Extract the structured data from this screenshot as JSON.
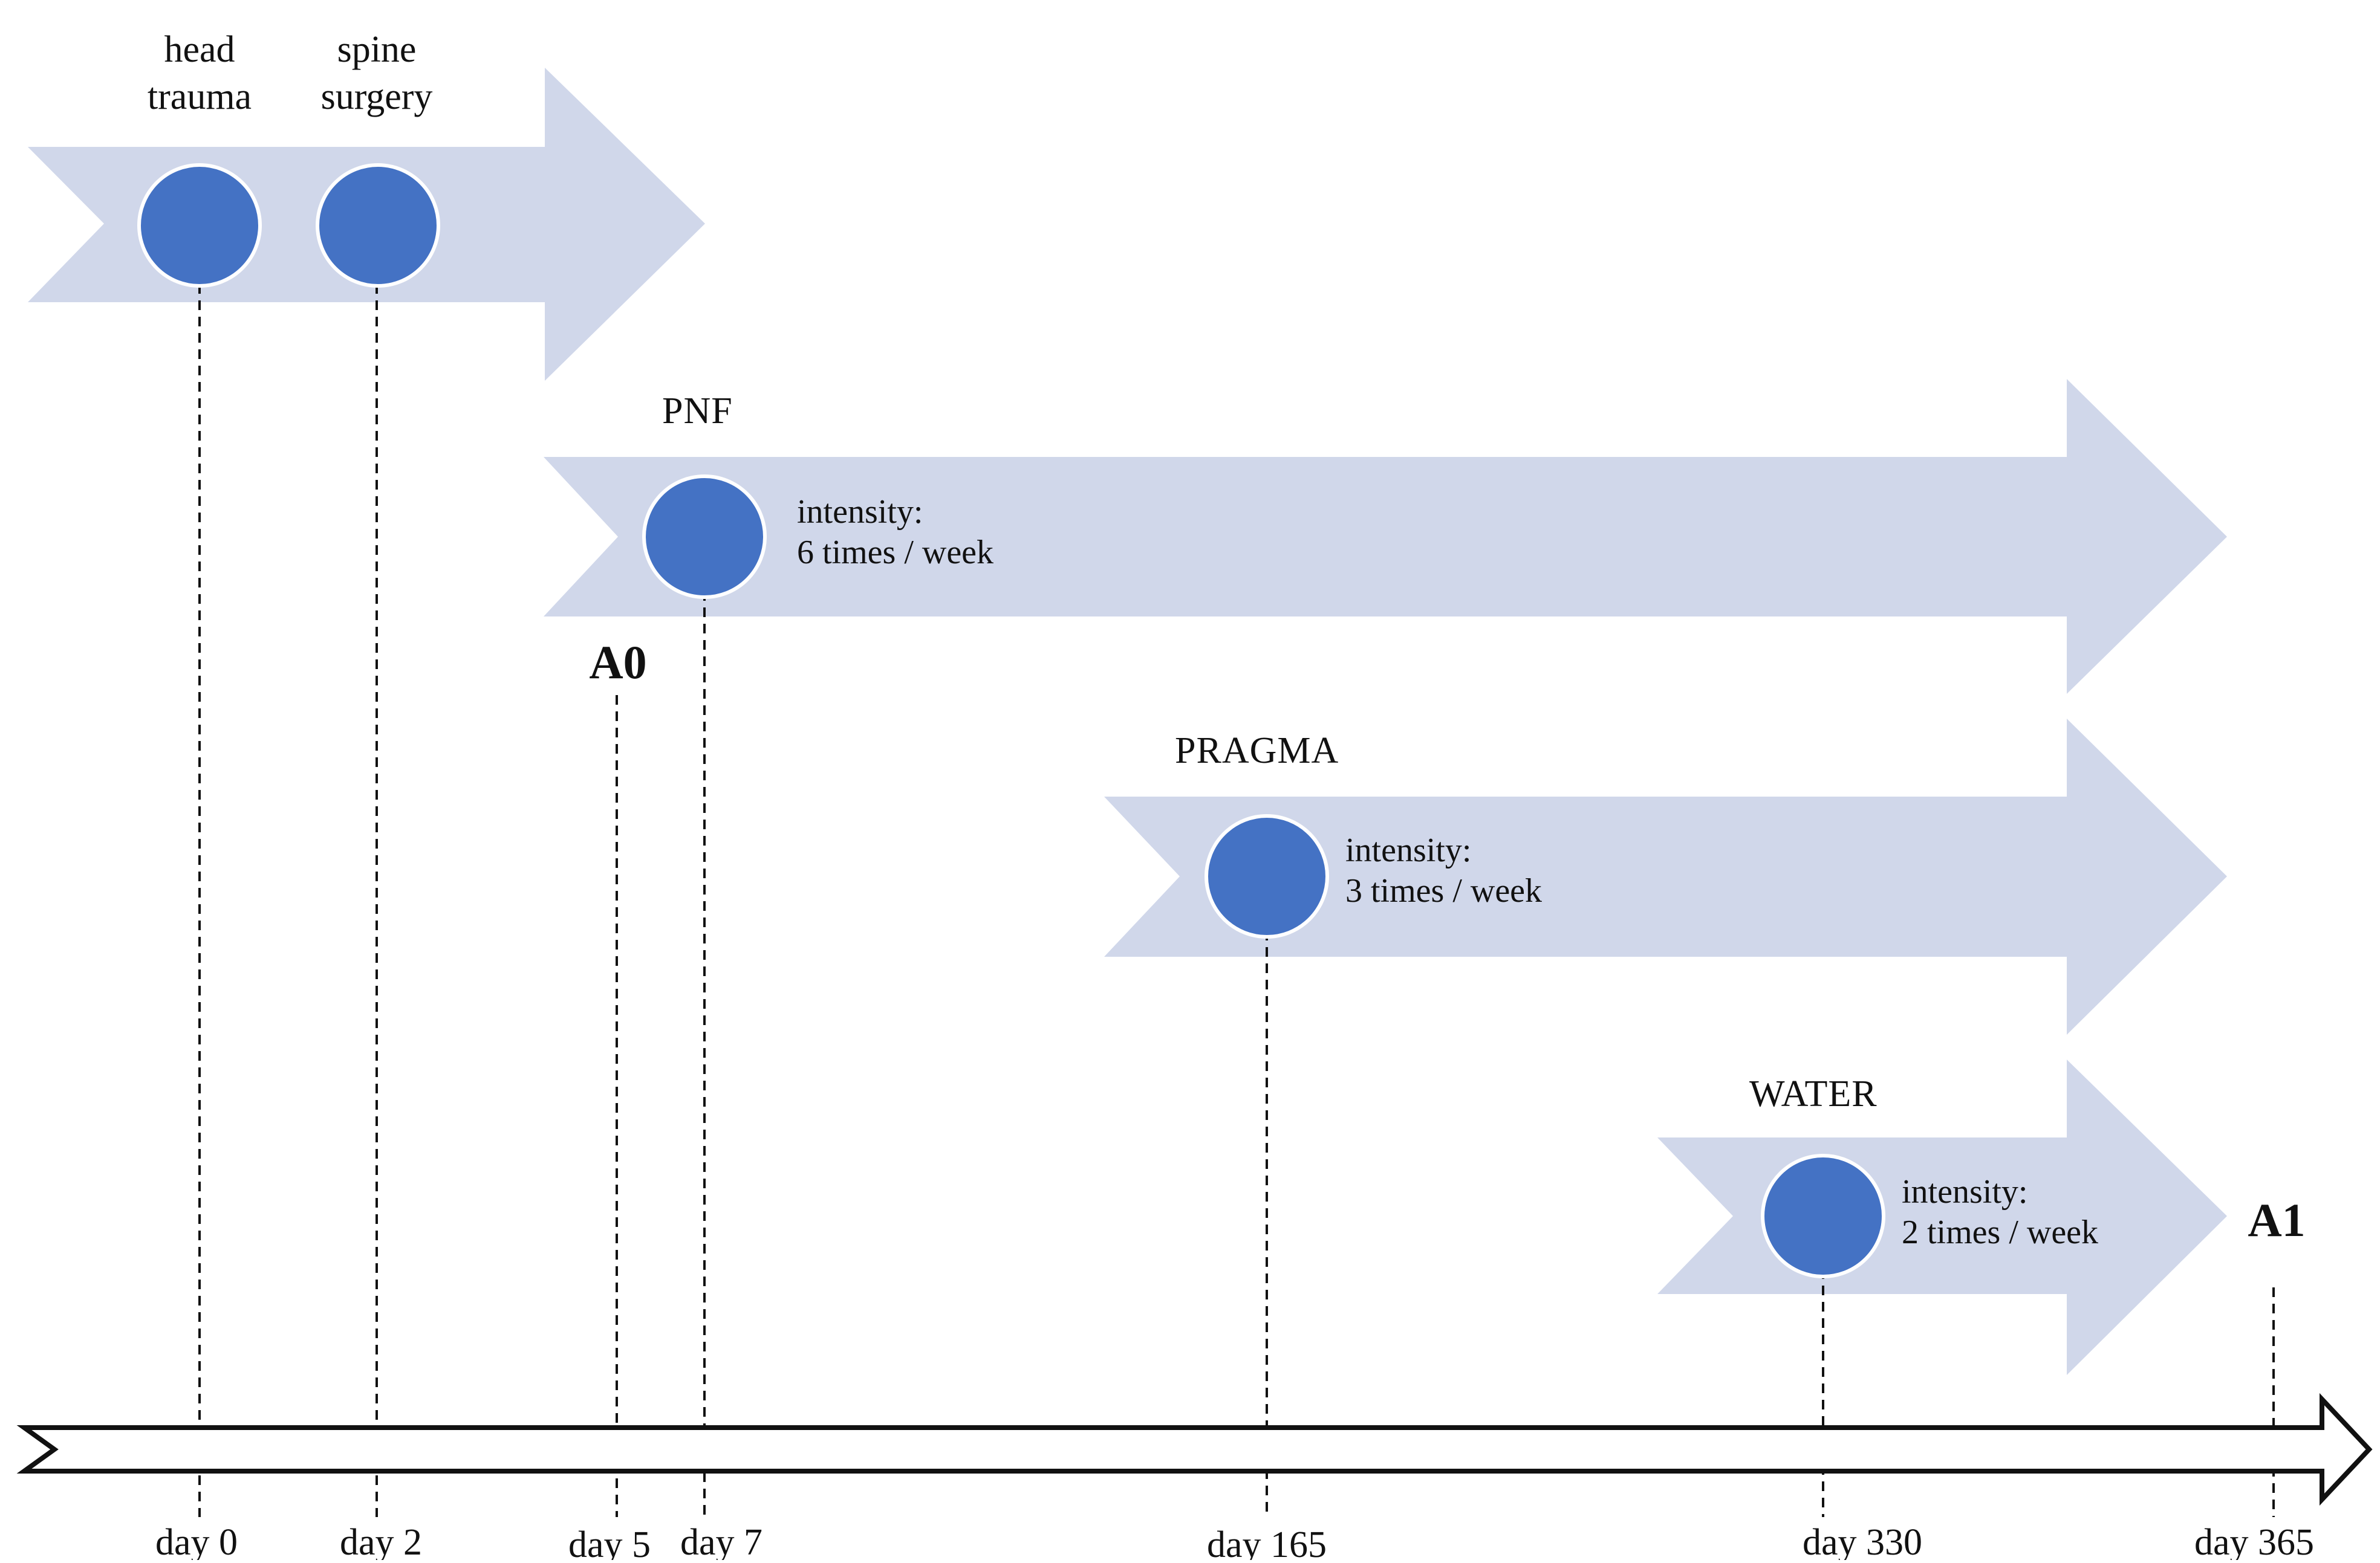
{
  "events": {
    "head_trauma": [
      "head",
      "trauma"
    ],
    "spine_surgery": [
      "spine",
      "surgery"
    ]
  },
  "phases": [
    {
      "name": "PNF",
      "intensity_label": "intensity:",
      "intensity_value": "6 times / week"
    },
    {
      "name": "PRAGMA",
      "intensity_label": "intensity:",
      "intensity_value": "3 times / week"
    },
    {
      "name": "WATER",
      "intensity_label": "intensity:",
      "intensity_value": "2 times / week"
    }
  ],
  "markers": {
    "a0": "A0",
    "a1": "A1"
  },
  "days": [
    "day 0",
    "day 2",
    "day 5",
    "day 7",
    "day 165",
    "day 330",
    "day 365"
  ],
  "colors": {
    "band": "#d0d7ea",
    "dot": "#4472c4",
    "dot_outline": "#ffffff",
    "line": "#111111"
  }
}
